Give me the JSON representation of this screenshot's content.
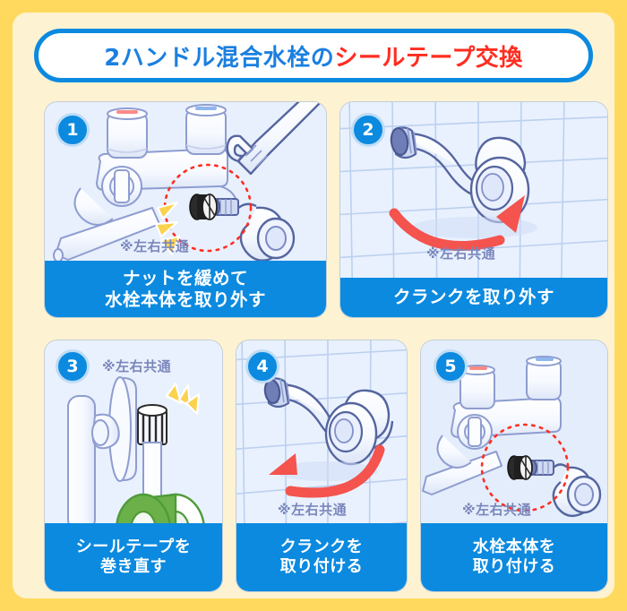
{
  "title": {
    "text_plain": "2ハンドル混合水栓のシールテープ交換",
    "text_main": "2ハンドル混合水栓の",
    "text_accent": "シールテープ交換"
  },
  "colors": {
    "outer_border": "#ffd95e",
    "inner_background": "#fdf3d2",
    "accent_blue": "#0b8ae0",
    "title_blue": "#1b7fe0",
    "accent_red": "#ff2d20",
    "arrow_red": "#f4534e",
    "panel_bg": "#e8f0fd",
    "note_text": "#7b87bb",
    "tape_green": "#6cb04a",
    "spark_yellow": "#fbd24e"
  },
  "note_label": "※左右共通",
  "steps": [
    {
      "number": "1",
      "note": "※左右共通",
      "caption_line1": "ナットを緩めて",
      "caption_line2": "水栓本体を取り外す"
    },
    {
      "number": "2",
      "note": "※左右共通",
      "caption_line1": "クランクを取り外す",
      "caption_line2": ""
    },
    {
      "number": "3",
      "note": "※左右共通",
      "caption_line1": "シールテープを",
      "caption_line2": "巻き直す"
    },
    {
      "number": "4",
      "note": "※左右共通",
      "caption_line1": "クランクを",
      "caption_line2": "取り付ける"
    },
    {
      "number": "5",
      "note": "※左右共通",
      "caption_line1": "水栓本体を",
      "caption_line2": "取り付ける"
    }
  ]
}
